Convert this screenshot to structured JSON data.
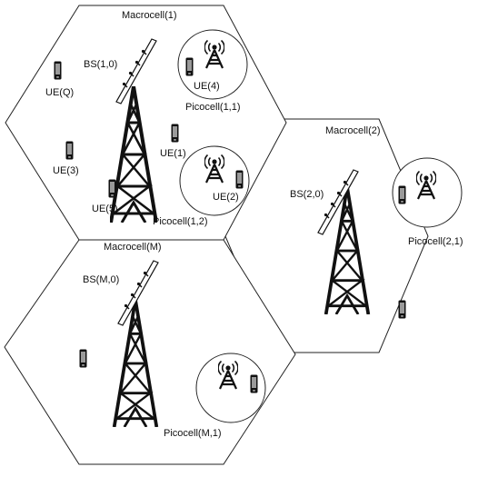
{
  "macrocells": [
    {
      "label": "Macrocell(1)"
    },
    {
      "label": "Macrocell(2)"
    },
    {
      "label": "Macrocell(M)"
    }
  ],
  "picocells": [
    {
      "label": "Picocell(1,1)"
    },
    {
      "label": "Picocell(1,2)"
    },
    {
      "label": "Picocell(2,1)"
    },
    {
      "label": "Picocell(M,1)"
    }
  ],
  "base_stations": [
    {
      "label": "BS(1,0)"
    },
    {
      "label": "BS(2,0)"
    },
    {
      "label": "BS(M,0)"
    }
  ],
  "user_equipment": [
    {
      "label": "UE(Q)"
    },
    {
      "label": "UE(4)"
    },
    {
      "label": "UE(1)"
    },
    {
      "label": "UE(3)"
    },
    {
      "label": "UE(2)"
    },
    {
      "label": "UE(5)"
    }
  ],
  "colors": {
    "line": "#222222",
    "background": "#ffffff",
    "text": "#111111"
  },
  "icons": {
    "base_station": "lattice-tower-icon",
    "antenna_array": "antenna-panel-icon",
    "small_cell": "small-cell-antenna-icon",
    "ue": "mobile-phone-icon"
  }
}
